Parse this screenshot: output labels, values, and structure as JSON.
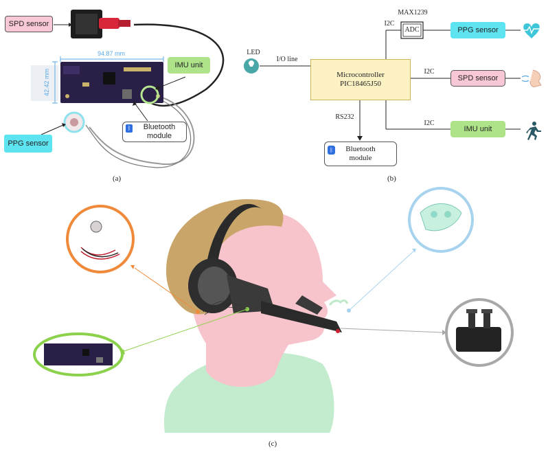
{
  "panel_a": {
    "caption": "(a)",
    "spd_label": "SPD sensor",
    "imu_label": "IMU unit",
    "ppg_label": "PPG sensor",
    "bt_label_line1": "Bluetooth",
    "bt_label_line2": "module",
    "width_dim": "94.87 mm",
    "height_dim": "42.42 mm"
  },
  "panel_b": {
    "caption": "(b)",
    "led": "LED",
    "io_line": "I/O line",
    "mcu_line1": "Microcontroller",
    "mcu_line2": "PIC18465J50",
    "max_label": "MAX1239",
    "adc": "ADC",
    "i2c_1": "I2C",
    "i2c_2": "I2C",
    "i2c_3": "I2C",
    "ppg_label": "PPG sensor",
    "spd_label": "SPD sensor",
    "imu_label": "IMU unit",
    "rs232": "RS232",
    "bt_line1": "Bluetooth",
    "bt_line2": "module"
  },
  "panel_c": {
    "caption": "(c)"
  },
  "colors": {
    "pink": "#f9c8d6",
    "cyan": "#5ee3f0",
    "green": "#aee38a",
    "mcu_fill": "#fdf2c4",
    "mcu_border": "#c9b45c",
    "skin": "#f8c4cc",
    "hair": "#c9a56a",
    "shirt": "#b8e7c4",
    "orange": "#f08a3a",
    "lightblue": "#a7d3ee",
    "grey": "#a8a8a8"
  }
}
